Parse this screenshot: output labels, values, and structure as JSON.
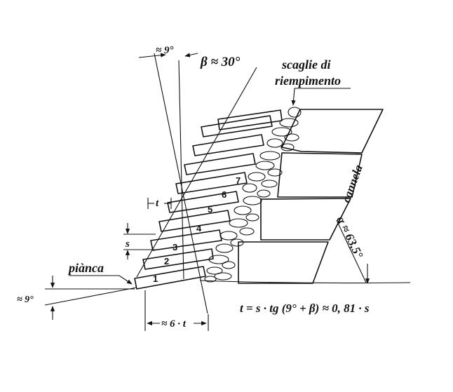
{
  "labels": {
    "beta_angle": "β ≈ 30°",
    "top_angle": "≈ 9°",
    "fill_stones_line1": "scaglie di",
    "fill_stones_line2": "riempimento",
    "cannela": "cannela",
    "alpha_angle": "α ≈ 63,5°",
    "pianca": "piànca",
    "base_angle": "≈ 9°",
    "t_mark": "t",
    "s_mark": "s",
    "six_t": "≈ 6 · t",
    "formula": "t = s · tg (9° + β) ≈ 0, 81 · s"
  },
  "slab_numbers": [
    "1",
    "2",
    "3",
    "4",
    "5",
    "6",
    "7"
  ]
}
